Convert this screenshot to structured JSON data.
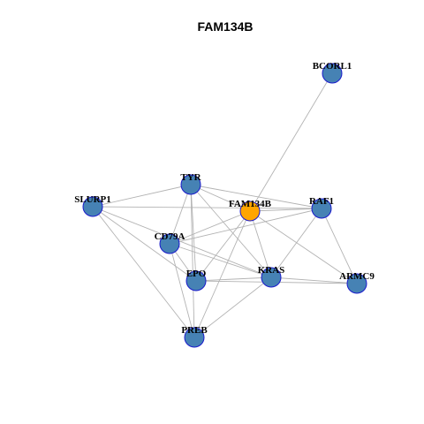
{
  "title": "FAM134B",
  "colors": {
    "node_default": "#4682b4",
    "node_focus": "#ffa500",
    "node_border": "#1a1acc",
    "edge": "#b3b3b3"
  },
  "nodes": [
    {
      "id": "BCORL1",
      "label": "BCORL1",
      "focus": false
    },
    {
      "id": "TYR",
      "label": "TYR",
      "focus": false
    },
    {
      "id": "SLURP1",
      "label": "SLURP1",
      "focus": false
    },
    {
      "id": "FAM134B",
      "label": "FAM134B",
      "focus": true
    },
    {
      "id": "RAF1",
      "label": "RAF1",
      "focus": false
    },
    {
      "id": "CD79A",
      "label": "CD79A",
      "focus": false
    },
    {
      "id": "EPO",
      "label": "EPO",
      "focus": false
    },
    {
      "id": "KRAS",
      "label": "KRAS",
      "focus": false
    },
    {
      "id": "ARMC9",
      "label": "ARMC9",
      "focus": false
    },
    {
      "id": "PREB",
      "label": "PREB",
      "focus": false
    }
  ],
  "edges": [
    [
      "BCORL1",
      "FAM134B"
    ],
    [
      "TYR",
      "SLURP1"
    ],
    [
      "TYR",
      "FAM134B"
    ],
    [
      "TYR",
      "RAF1"
    ],
    [
      "TYR",
      "CD79A"
    ],
    [
      "TYR",
      "EPO"
    ],
    [
      "TYR",
      "KRAS"
    ],
    [
      "TYR",
      "PREB"
    ],
    [
      "SLURP1",
      "RAF1"
    ],
    [
      "SLURP1",
      "EPO"
    ],
    [
      "SLURP1",
      "KRAS"
    ],
    [
      "SLURP1",
      "PREB"
    ],
    [
      "FAM134B",
      "RAF1"
    ],
    [
      "FAM134B",
      "CD79A"
    ],
    [
      "FAM134B",
      "EPO"
    ],
    [
      "FAM134B",
      "KRAS"
    ],
    [
      "FAM134B",
      "ARMC9"
    ],
    [
      "FAM134B",
      "PREB"
    ],
    [
      "RAF1",
      "CD79A"
    ],
    [
      "RAF1",
      "KRAS"
    ],
    [
      "RAF1",
      "ARMC9"
    ],
    [
      "CD79A",
      "EPO"
    ],
    [
      "CD79A",
      "KRAS"
    ],
    [
      "CD79A",
      "PREB"
    ],
    [
      "EPO",
      "KRAS"
    ],
    [
      "EPO",
      "ARMC9"
    ],
    [
      "KRAS",
      "ARMC9"
    ],
    [
      "KRAS",
      "PREB"
    ]
  ]
}
